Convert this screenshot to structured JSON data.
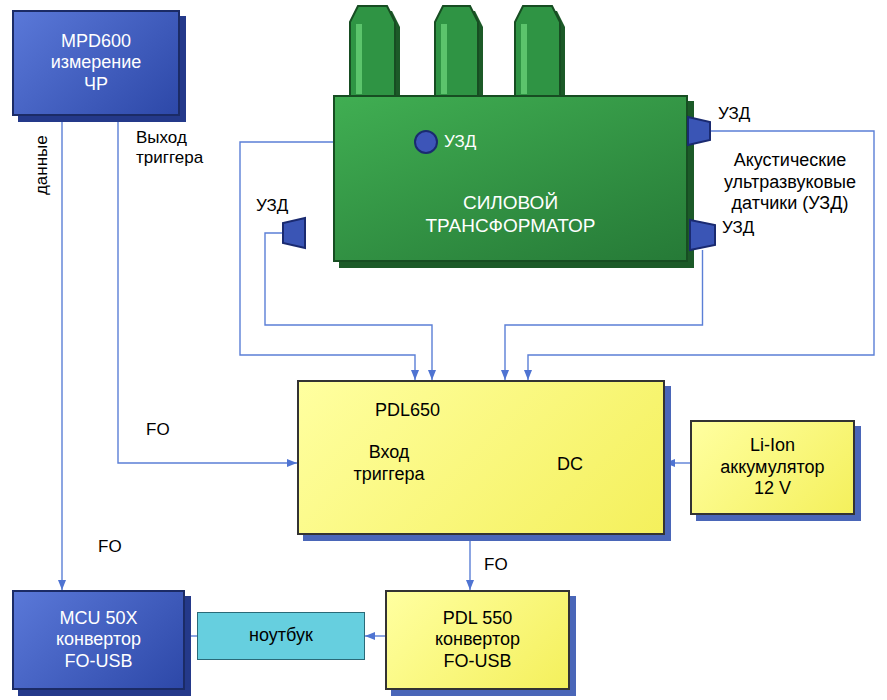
{
  "diagram": {
    "nodes": [
      {
        "text": [
          "MPD600 измерение ЧР"
        ]
      },
      {
        "text": [
          "СИЛОВОЙ ТРАНСФОРМАТОР"
        ]
      },
      {
        "text": [
          "УЗД"
        ],
        "in": 1
      },
      {
        "text": [
          "УЗД"
        ]
      },
      {
        "text": [
          "УЗД"
        ]
      },
      {
        "text": [
          "УЗД"
        ]
      },
      {
        "text": [
          "PDL650",
          "Вход триггера",
          "DC"
        ]
      },
      {
        "text": [
          "Li-Ion аккумулятор 12 V"
        ]
      },
      {
        "text": [
          "MCU 50X конвертор FO-USB"
        ]
      },
      {
        "text": [
          "ноутбук"
        ]
      },
      {
        "text": [
          "PDL 550 конвертор FO-USB"
        ]
      }
    ],
    "edges": [
      {
        "from": 0,
        "to": 8,
        "arrow": "to",
        "label": "данные"
      },
      {
        "from": 0,
        "to": 6,
        "arrow": "to",
        "label": "Выход триггера"
      },
      {
        "from": 2,
        "to": 6,
        "arrow": "to"
      },
      {
        "from": 3,
        "to": 6,
        "arrow": "to"
      },
      {
        "from": 4,
        "to": 6,
        "arrow": "to"
      },
      {
        "from": 5,
        "to": 6,
        "arrow": "to"
      },
      {
        "from": 7,
        "to": 6,
        "arrow": "to"
      },
      {
        "from": 6,
        "to": 10,
        "arrow": "to",
        "label": "FO"
      },
      {
        "from": 10,
        "to": 9,
        "arrow": "to"
      },
      {
        "from": 8,
        "to": 9,
        "arrow": "none"
      }
    ],
    "labels": [
      "FO",
      "FO",
      "Акустические ультразвуковые датчики (УЗД)"
    ]
  }
}
